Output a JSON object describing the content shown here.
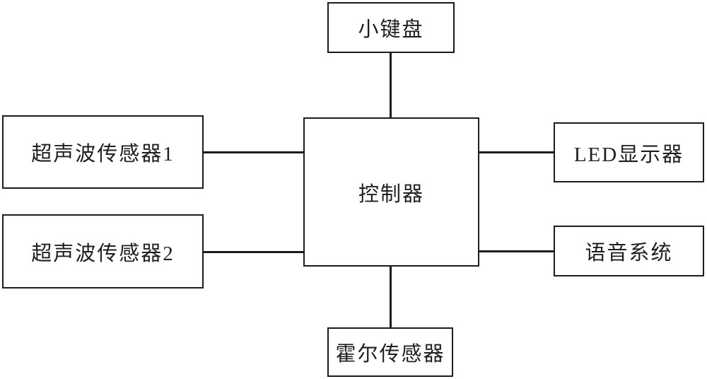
{
  "diagram": {
    "title": "control-system-block-diagram",
    "colors": {
      "line": "#1c1c1c",
      "text": "#1f1f1f",
      "background": "#ffffff"
    },
    "nodes": [
      {
        "id": "keypad",
        "label": "小键盘"
      },
      {
        "id": "ultrasonic-sensor-1",
        "label": "超声波传感器1"
      },
      {
        "id": "ultrasonic-sensor-2",
        "label": "超声波传感器2"
      },
      {
        "id": "controller",
        "label": "控制器"
      },
      {
        "id": "led-display",
        "label": "LED显示器"
      },
      {
        "id": "voice-system",
        "label": "语音系统"
      },
      {
        "id": "hall-sensor",
        "label": "霍尔传感器"
      }
    ],
    "edges": [
      {
        "from": "keypad",
        "to": "controller"
      },
      {
        "from": "ultrasonic-sensor-1",
        "to": "controller"
      },
      {
        "from": "ultrasonic-sensor-2",
        "to": "controller"
      },
      {
        "from": "controller",
        "to": "led-display"
      },
      {
        "from": "controller",
        "to": "voice-system"
      },
      {
        "from": "controller",
        "to": "hall-sensor"
      }
    ]
  }
}
